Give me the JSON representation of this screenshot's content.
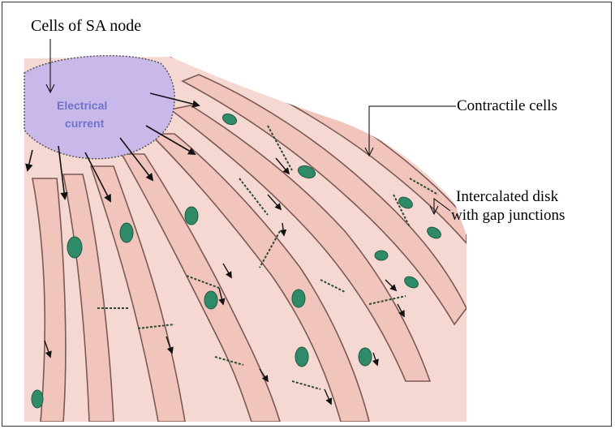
{
  "labels": {
    "sa_node": "Cells of SA node",
    "electrical_line1": "Electrical",
    "electrical_line2": "current",
    "contractile": "Contractile cells",
    "intercalated_line1": "Intercalated disk",
    "intercalated_line2": "with gap junctions"
  },
  "colors": {
    "sa_node_fill": "#c9b8ea",
    "cell_fill": "#f1c4bc",
    "cell_stroke": "#7a5a52",
    "nucleus": "#2f8a68",
    "disk": "#2a4a34",
    "arrow": "#111111",
    "background": "#ffffff"
  }
}
